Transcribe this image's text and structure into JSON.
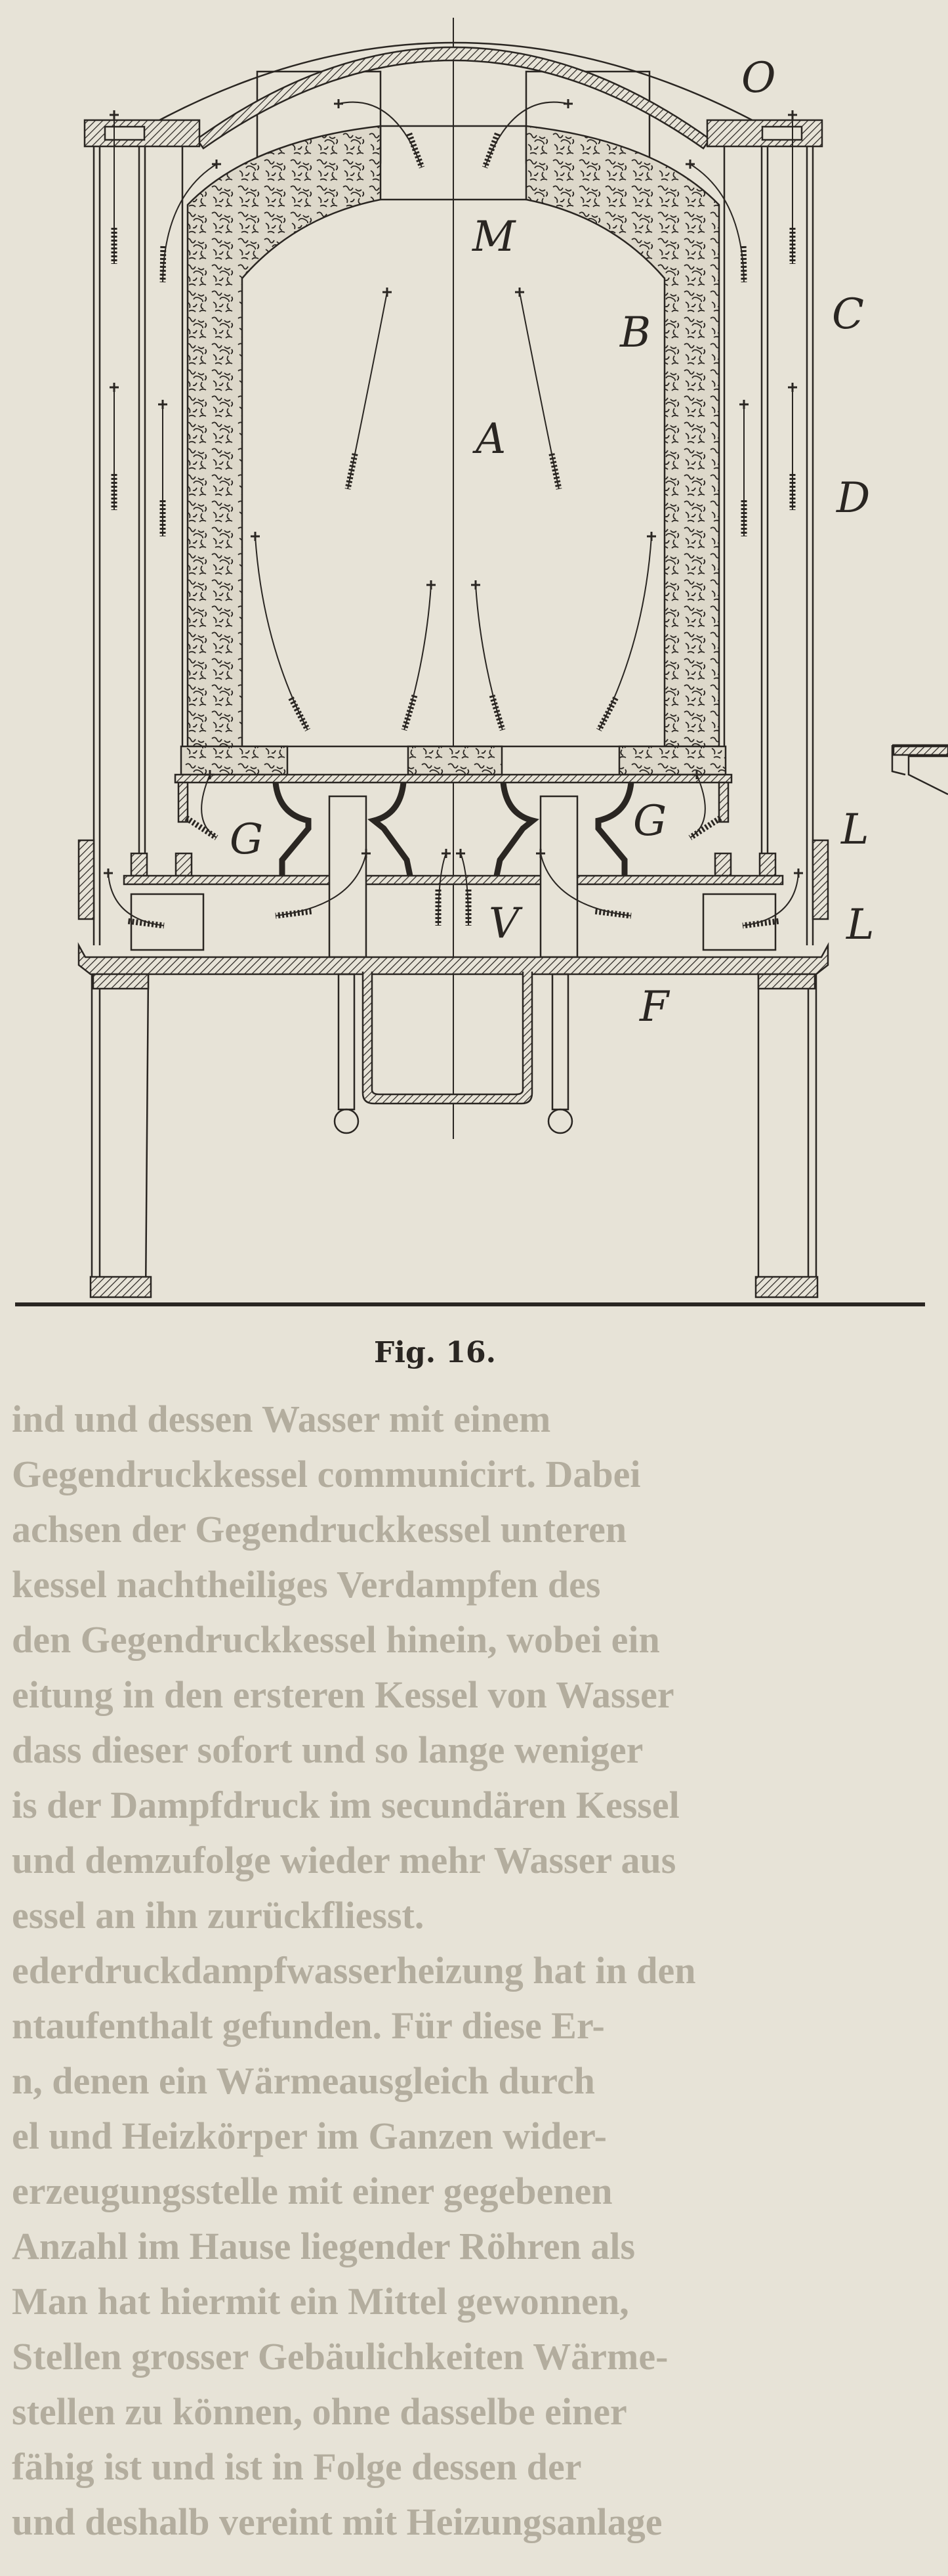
{
  "figure": {
    "caption": "Fig. 16.",
    "labels": {
      "O": "O",
      "M": "M",
      "B": "B",
      "C": "C",
      "A": "A",
      "D": "D",
      "G_left": "G",
      "G_right": "G",
      "L_upper": "L",
      "L_lower": "L",
      "V": "V",
      "F": "F"
    }
  },
  "show_through_text": [
    "ind und dessen Wasser mit einem",
    "Gegendruckkessel communicirt. Dabei",
    "achsen der Gegendruckkessel unteren",
    "kessel nachtheiliges Verdampfen des",
    "den Gegendruckkessel hinein, wobei ein",
    "eitung in den ersteren Kessel von Wasser",
    "dass dieser sofort und so lange weniger",
    "is der Dampfdruck im secundären Kessel",
    "und demzufolge wieder mehr Wasser aus",
    "essel an ihn zurückfliesst.",
    "ederdruckdampfwasserheizung hat in den",
    "ntaufenthalt gefunden. Für diese Er-",
    "n, denen ein Wärmeausgleich durch",
    "el und Heizkörper im Ganzen wider-",
    "erzeugungsstelle mit einer gegebenen",
    "Anzahl im Hause liegender Röhren als",
    "Man hat hiermit ein Mittel gewonnen,",
    "Stellen grosser Gebäulichkeiten Wärme-",
    "stellen zu können, ohne dasselbe einer",
    "fähig ist und ist in Folge dessen der",
    "und deshalb vereint mit Heizungsanlage"
  ],
  "colors": {
    "paper": "#e7e3d7",
    "ink": "#2a2622",
    "bleed": "#d6d1c4"
  }
}
